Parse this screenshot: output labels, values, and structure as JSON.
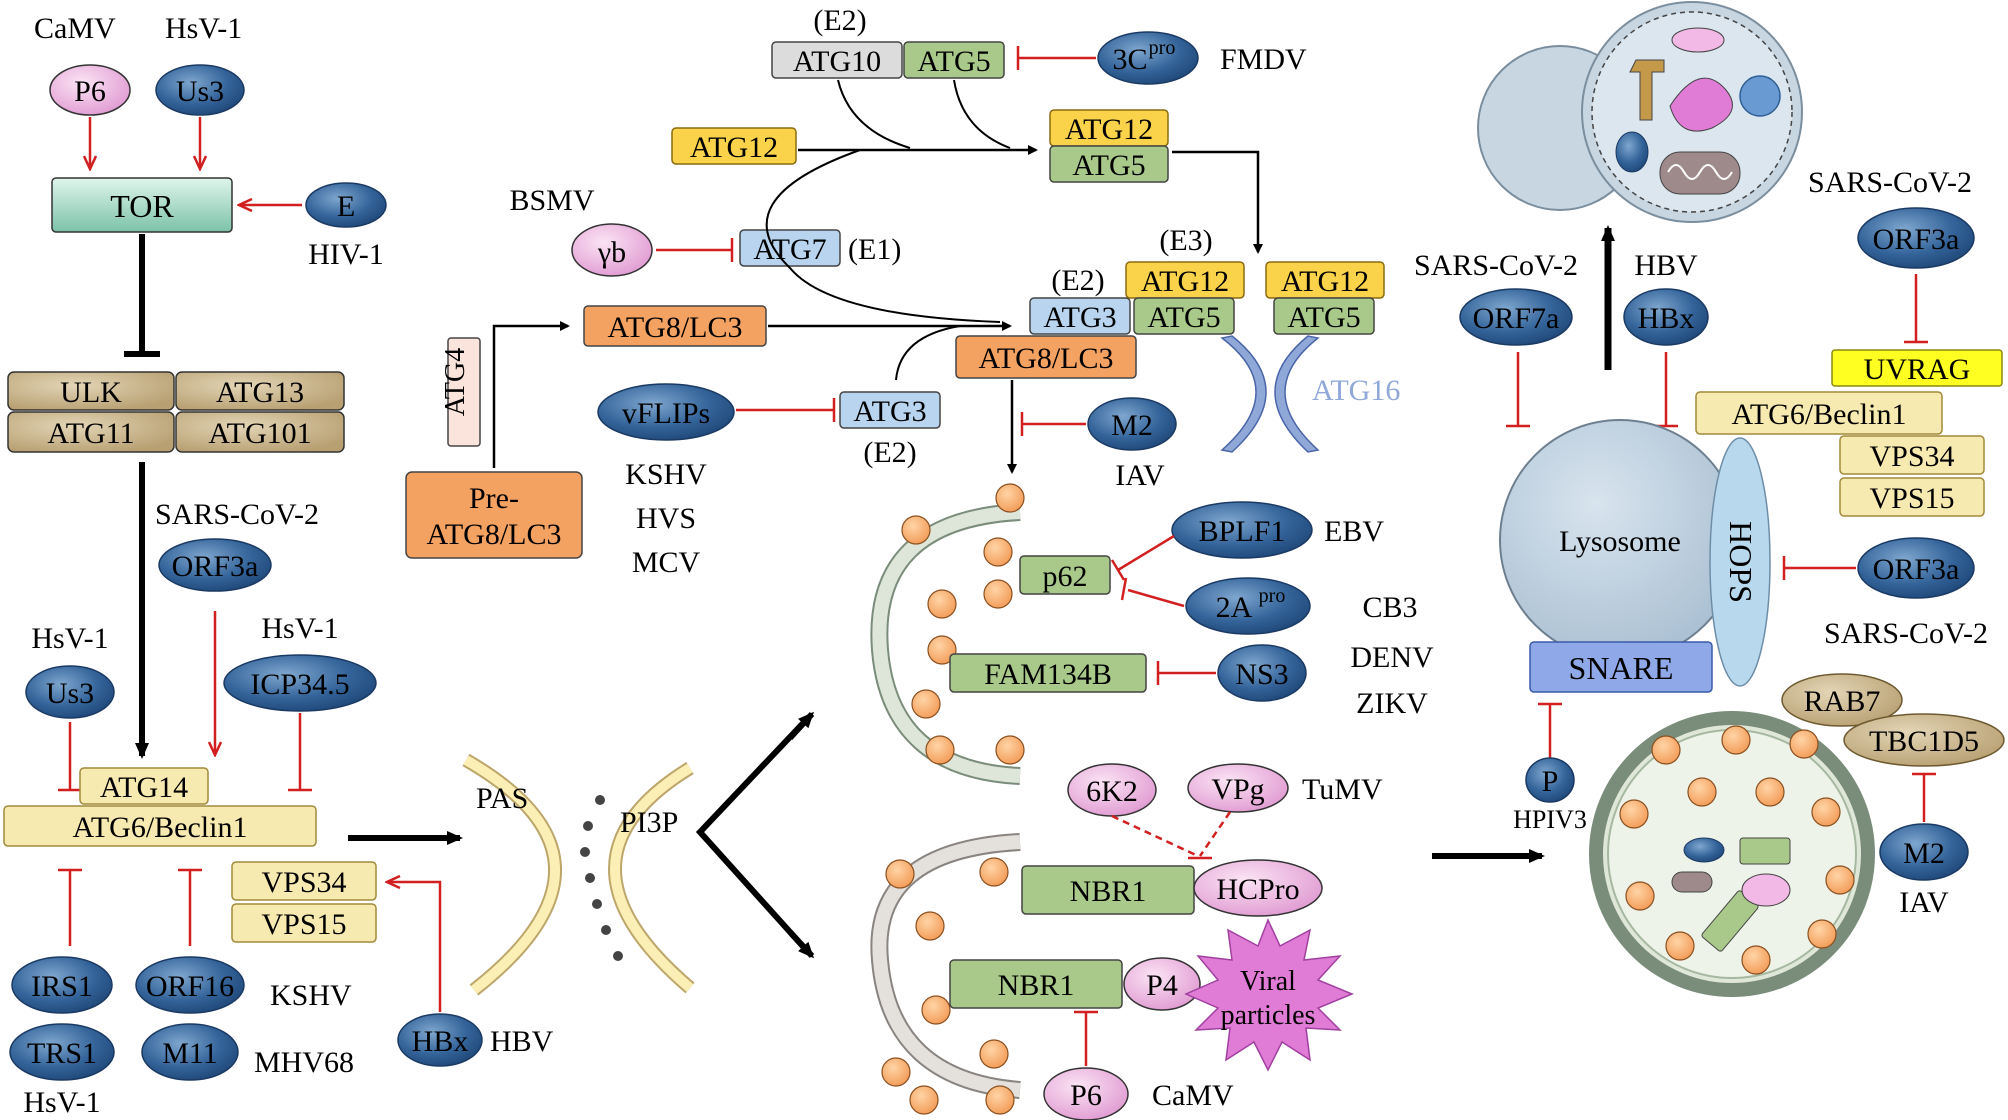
{
  "tor": {
    "camv": "CaMV",
    "hsv1": "HsV-1",
    "p6": "P6",
    "us3": "Us3",
    "tor": "TOR",
    "e": "E",
    "hiv1": "HIV-1"
  },
  "ulk": {
    "ulk": "ULK",
    "atg13": "ATG13",
    "atg11": "ATG11",
    "atg101": "ATG101"
  },
  "beclin_left": {
    "sars": "SARS-CoV-2",
    "orf3a": "ORF3a",
    "hsv1_a": "HsV-1",
    "us3": "Us3",
    "hsv1_b": "HsV-1",
    "icp": "ICP34.5",
    "atg14": "ATG14",
    "beclin": "ATG6/Beclin1",
    "vps34": "VPS34",
    "vps15": "VPS15",
    "irs1": "IRS1",
    "orf16": "ORF16",
    "kshv": "KSHV",
    "trs1": "TRS1",
    "m11": "M11",
    "mhv68": "MHV68",
    "hsv1_c": "HsV-1",
    "hbx": "HBx",
    "hbv": "HBV"
  },
  "pas": {
    "pas": "PAS",
    "pi3p": "PI3P"
  },
  "conj": {
    "e2a": "(E2)",
    "atg10": "ATG10",
    "atg5": "ATG5",
    "p3c": "3C",
    "p3c_sup": "pro",
    "fmdv": "FMDV",
    "atg12": "ATG12",
    "atg12b": "ATG12",
    "atg5b": "ATG5",
    "bsmv": "BSMV",
    "gb": "γb",
    "atg7": "ATG7",
    "e1": "(E1)",
    "atg4": "ATG4",
    "pre": "Pre-",
    "pre2": "ATG8/LC3",
    "lc3": "ATG8/LC3",
    "e3": "(E3)",
    "e2b": "(E2)",
    "atg3": "ATG3",
    "atg12c": "ATG12",
    "atg5c": "ATG5",
    "atg12d": "ATG12",
    "atg5d": "ATG5",
    "lc3b": "ATG8/LC3",
    "atg16": "ATG16",
    "vflips": "vFLIPs",
    "atg3b": "ATG3",
    "e2c": "(E2)",
    "kshv": "KSHV",
    "hvs": "HVS",
    "mcv": "MCV",
    "m2": "M2",
    "iav": "IAV"
  },
  "receptors": {
    "p62": "p62",
    "bplf1": "BPLF1",
    "ebv": "EBV",
    "p2a": "2A",
    "p2a_sup": "pro",
    "cb3": "CB3",
    "fam": "FAM134B",
    "ns3": "NS3",
    "denv": "DENV",
    "zikv": "ZIKV",
    "k62": "6K2",
    "vpg": "VPg",
    "tumv": "TuMV",
    "nbr1a": "NBR1",
    "hcpro": "HCPro",
    "nbr1b": "NBR1",
    "p4": "P4",
    "viral1": "Viral",
    "viral2": "particles",
    "p6": "P6",
    "camv": "CaMV"
  },
  "lysosome": {
    "sars_a": "SARS-CoV-2",
    "orf7a": "ORF7a",
    "hbv": "HBV",
    "hbx": "HBx",
    "sars_b": "SARS-CoV-2",
    "orf3a": "ORF3a",
    "uvrag": "UVRAG",
    "beclin": "ATG6/Beclin1",
    "vps34": "VPS34",
    "vps15": "VPS15",
    "lysosome": "Lysosome",
    "hops": "HOPS",
    "orf3a_b": "ORF3a",
    "sars_c": "SARS-CoV-2",
    "snare": "SNARE",
    "p": "P",
    "hpiv3": "HPIV3",
    "rab7": "RAB7",
    "tbc": "TBC1D5",
    "m2": "M2",
    "iav": "IAV"
  },
  "colors": {
    "viral_blue": "#2e5f95",
    "pink": "#e8a6d8",
    "beige": "#f7eab0",
    "tan": "#cfc0a0",
    "green": "#a9c98a",
    "orange": "#f4a262",
    "yellow": "#fbd34a",
    "lightblue": "#b8d4ee",
    "inhibit_red": "#d22020"
  }
}
